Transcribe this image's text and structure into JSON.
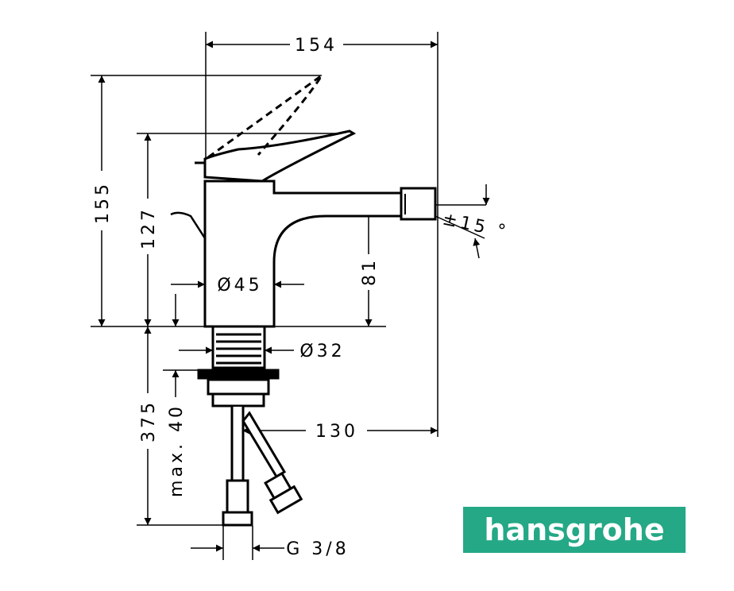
{
  "drawing": {
    "dimensions": {
      "width_total": "154",
      "height_total": "155",
      "height_spout": "127",
      "height_outlet": "81",
      "body_diameter": "Ø45",
      "shank_diameter": "Ø32",
      "reach": "130",
      "below_counter": "375",
      "max_thickness": "max. 40",
      "connection": "G 3/8",
      "angle": "±15 °"
    }
  },
  "logo": {
    "text": "hansgrohe",
    "color": "#24a886"
  }
}
